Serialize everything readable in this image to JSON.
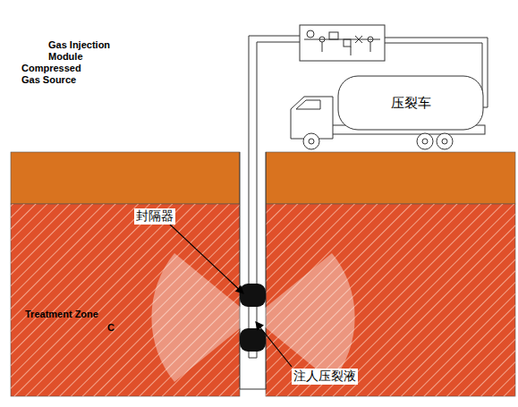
{
  "diagram": {
    "nodes": [
      {
        "text": [
          "C"
        ]
      },
      {
        "text": [
          "Treatment Zone"
        ]
      },
      {
        "text": [
          "压裂车"
        ]
      }
    ],
    "labels": [
      "Gas Injection Module",
      "Compressed Gas Source",
      "封隔器",
      "注人压裂液"
    ]
  }
}
